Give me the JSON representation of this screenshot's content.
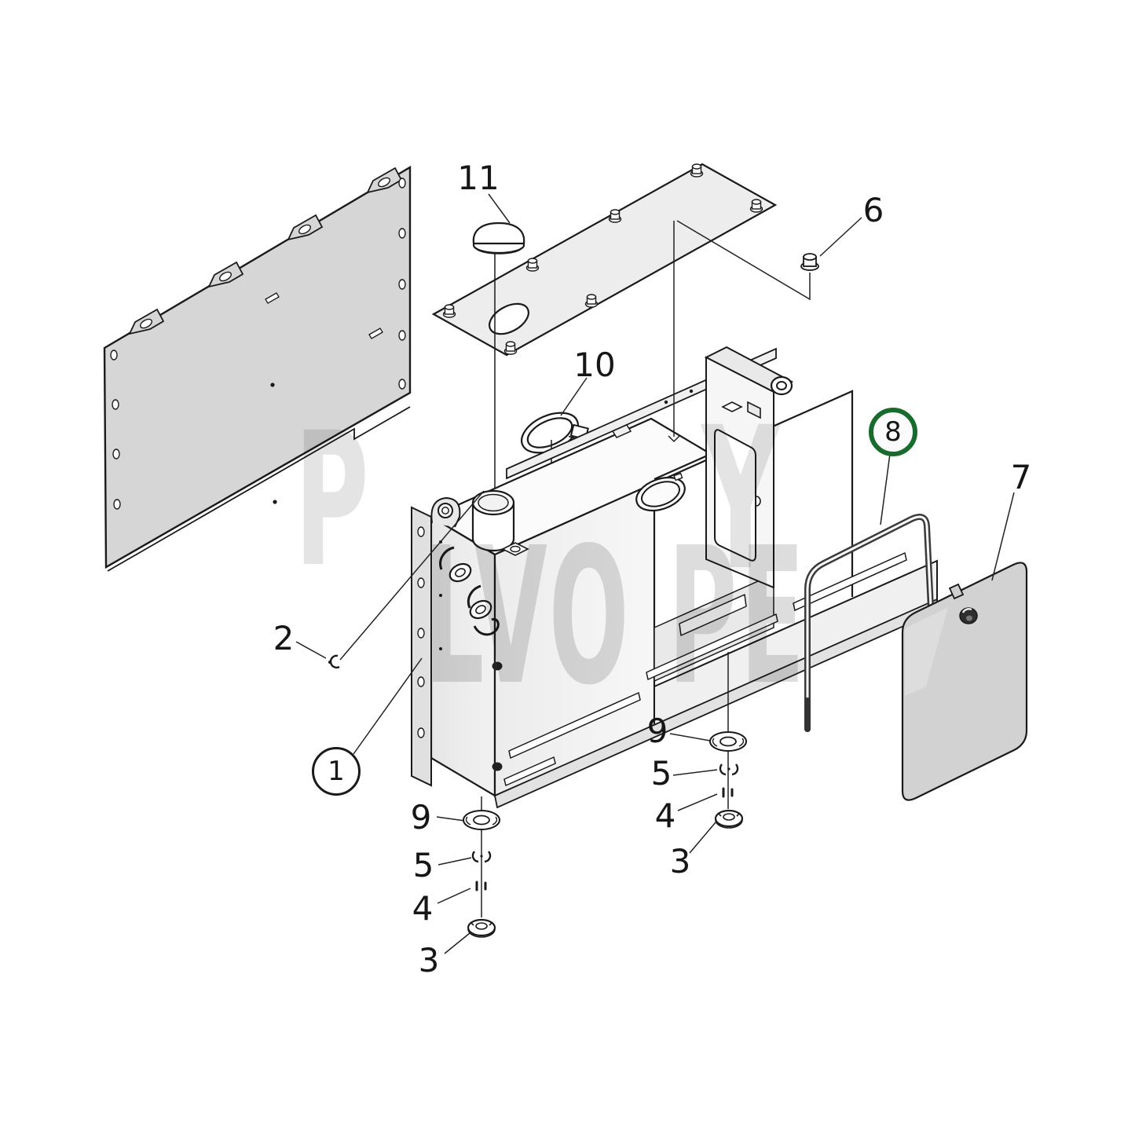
{
  "diagram": {
    "kind": "exploded-parts-diagram",
    "subject": "expansion tank / radiator casing assembly",
    "highlight_color": "#176b2c",
    "line_color": "#1a1a1a"
  },
  "watermark": {
    "fragment_p": "P",
    "fragment_y": "Y",
    "fragment_lvope": "LVO PE"
  },
  "callouts": [
    {
      "label": "11",
      "style": "plain",
      "part": "filler cap"
    },
    {
      "label": "6",
      "style": "plain",
      "part": "nut"
    },
    {
      "label": "10",
      "style": "plain",
      "part": "hose clamp"
    },
    {
      "label": "8",
      "style": "circled-green",
      "part": "seal strip (highlighted)"
    },
    {
      "label": "7",
      "style": "plain",
      "part": "access cover"
    },
    {
      "label": "2",
      "style": "plain",
      "part": "clip"
    },
    {
      "label": "1",
      "style": "circled",
      "part": "tank body"
    },
    {
      "label": "9",
      "style": "plain",
      "part": "washer (right)"
    },
    {
      "label": "5",
      "style": "plain",
      "part": "spacer (right)"
    },
    {
      "label": "4",
      "style": "plain",
      "part": "pin (right)"
    },
    {
      "label": "3",
      "style": "plain",
      "part": "nut (right)"
    },
    {
      "label": "9",
      "style": "plain",
      "part": "washer (left)"
    },
    {
      "label": "5",
      "style": "plain",
      "part": "spacer (left)"
    },
    {
      "label": "4",
      "style": "plain",
      "part": "pin (left)"
    },
    {
      "label": "3",
      "style": "plain",
      "part": "nut (left)"
    }
  ]
}
